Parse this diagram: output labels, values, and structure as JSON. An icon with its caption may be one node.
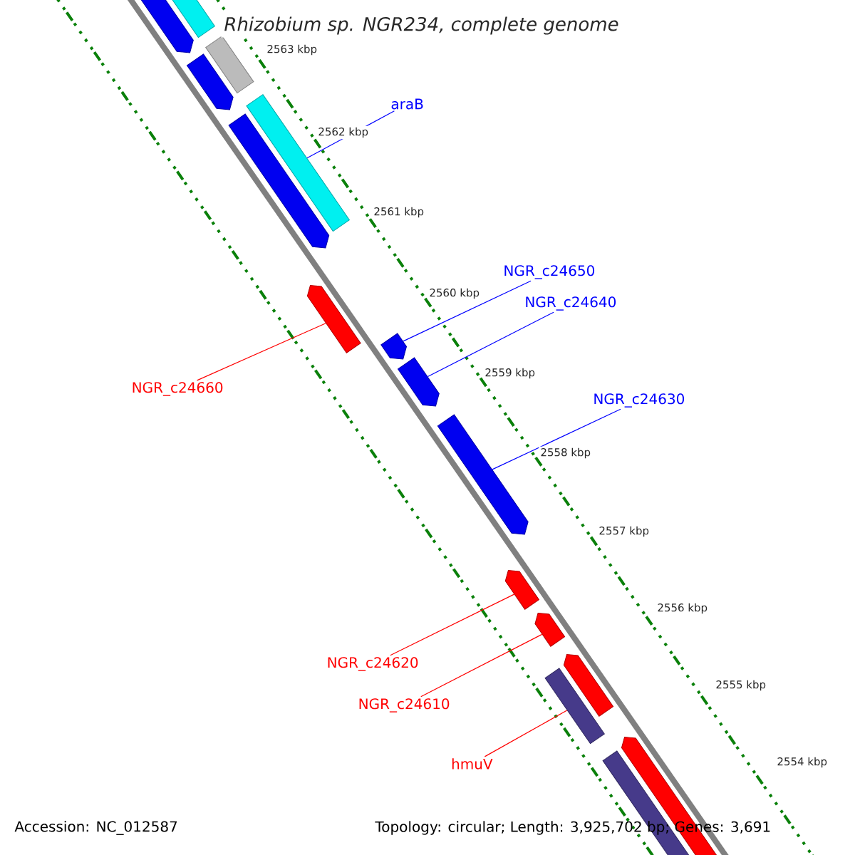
{
  "diagram": {
    "title": "Rhizobium sp. NGR234, complete genome",
    "nodes": [
      {
        "text": [
          "araB"
        ]
      },
      {
        "text": [
          "NGR_c24650"
        ]
      },
      {
        "text": [
          "NGR_c24640"
        ]
      },
      {
        "text": [
          "NGR_c24660"
        ]
      },
      {
        "text": [
          "NGR_c24630"
        ]
      },
      {
        "text": [
          "NGR_c24620"
        ]
      },
      {
        "text": [
          "NGR_c24610"
        ]
      },
      {
        "text": [
          "hmuV"
        ]
      },
      {
        "text": [],
        "shape": "arrow"
      },
      {
        "text": [],
        "shape": "bar"
      },
      {
        "text": [],
        "shape": "bar"
      },
      {
        "text": [],
        "shape": "arrow"
      },
      {
        "text": [],
        "shape": "arrow"
      },
      {
        "text": [],
        "shape": "bar"
      },
      {
        "text": [],
        "shape": "arrow"
      },
      {
        "text": [],
        "shape": "arrow"
      },
      {
        "text": [],
        "shape": "arrow"
      },
      {
        "text": [],
        "shape": "arrow"
      },
      {
        "text": [],
        "shape": "arrow"
      },
      {
        "text": [],
        "shape": "arrow"
      },
      {
        "text": [],
        "shape": "arrow"
      },
      {
        "text": [],
        "shape": "bar"
      },
      {
        "text": [],
        "shape": "arrow"
      },
      {
        "text": [],
        "shape": "bar"
      }
    ],
    "edges": [
      {
        "from": 0,
        "to": 13,
        "arrow": "none",
        "color": "#0000ff"
      },
      {
        "from": 1,
        "to": 15,
        "arrow": "none",
        "color": "#0000ff"
      },
      {
        "from": 2,
        "to": 16,
        "arrow": "none",
        "color": "#0000ff"
      },
      {
        "from": 3,
        "to": 14,
        "arrow": "none",
        "color": "#ff0000"
      },
      {
        "from": 4,
        "to": 17,
        "arrow": "none",
        "color": "#0000ff"
      },
      {
        "from": 5,
        "to": 18,
        "arrow": "none",
        "color": "#ff0000"
      },
      {
        "from": 6,
        "to": 19,
        "arrow": "none",
        "color": "#ff0000"
      },
      {
        "from": 7,
        "to": 21,
        "arrow": "none",
        "color": "#ff0000"
      }
    ],
    "labels": [
      "2563 kbp",
      "2562 kbp",
      "2561 kbp",
      "2560 kbp",
      "2559 kbp",
      "2558 kbp",
      "2557 kbp",
      "2556 kbp",
      "2555 kbp",
      "2554 kbp",
      "Accession: NC_012587",
      "Topology: circular; Length: 3,925,702 bp; Genes: 3,691"
    ]
  }
}
